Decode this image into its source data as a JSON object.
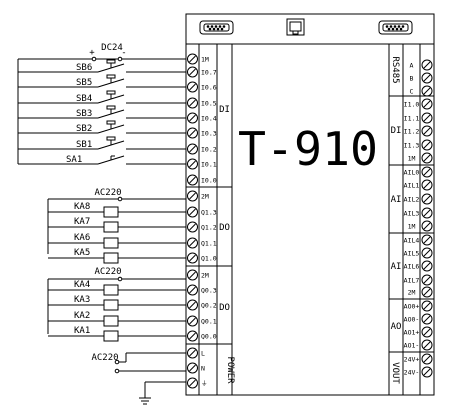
{
  "device_title": "T-910",
  "supply": {
    "dc": "DC24",
    "plus": "+",
    "minus": "-",
    "ac1": "AC220",
    "ac2": "AC220",
    "ac3": "AC220"
  },
  "left_terminals": {
    "di": [
      "1M",
      "I0.7",
      "I0.6",
      "I0.5",
      "I0.4",
      "I0.3",
      "I0.2",
      "I0.1",
      "I0.0"
    ],
    "do1": [
      "2M",
      "Q1.3",
      "Q1.2",
      "Q1.1",
      "Q1.0"
    ],
    "do2": [
      "2M",
      "Q0.3",
      "Q0.2",
      "Q0.1",
      "Q0.0"
    ],
    "power": [
      "L",
      "N",
      "⏚"
    ]
  },
  "left_sections": {
    "di": "DI",
    "do1": "DO",
    "do2": "DO",
    "power": "POWER"
  },
  "switches": [
    "SB6",
    "SB5",
    "SB4",
    "SB3",
    "SB2",
    "SB1",
    "SA1"
  ],
  "relays_1": [
    "KA8",
    "KA7",
    "KA6",
    "KA5"
  ],
  "relays_2": [
    "KA4",
    "KA3",
    "KA2",
    "KA1"
  ],
  "right_sections": {
    "rs485": "RS485",
    "di": "DI",
    "ai1": "AI",
    "ai2": "AI",
    "ao": "AO",
    "vout": "VOUT"
  },
  "right_terminals": {
    "rs485": [
      "A",
      "B",
      "C"
    ],
    "di": [
      "I1.0",
      "I1.1",
      "I1.2",
      "I1.3",
      "1M"
    ],
    "ai1": [
      "AIL0",
      "AIL1",
      "AIL2",
      "AIL3",
      "1M"
    ],
    "ai2": [
      "AIL4",
      "AIL5",
      "AIL6",
      "AIL7",
      "2M"
    ],
    "ao": [
      "AO0+",
      "AO0-",
      "AO1+",
      "AO1-"
    ],
    "vout": [
      "24V+",
      "24V-"
    ]
  }
}
